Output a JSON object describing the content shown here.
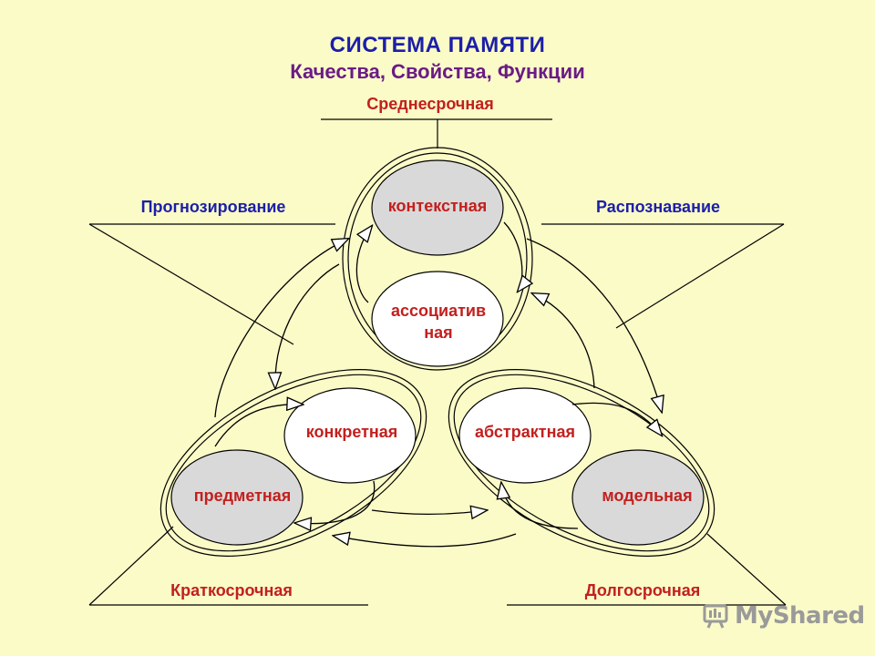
{
  "title": "СИСТЕМА ПАМЯТИ",
  "subtitle": "Качества, Свойства, Функции",
  "labels": {
    "top": "Среднесрочная",
    "left": "Прогнозирование",
    "right": "Распознавание",
    "bottom_left": "Краткосрочная",
    "bottom_right": "Долгосрочная"
  },
  "nodes": {
    "contextual": "контекстная",
    "associative_line1": "ассоциатив",
    "associative_line2": "ная",
    "concrete": "конкретная",
    "abstract": "абстрактная",
    "objective": "предметная",
    "model": "модельная"
  },
  "watermark": "MyShared",
  "colors": {
    "background": "#fbfbc8",
    "title": "#1c1fa8",
    "subtitle": "#6a1b86",
    "node_text": "#c2201e",
    "gray_fill": "#d9d9d9"
  }
}
